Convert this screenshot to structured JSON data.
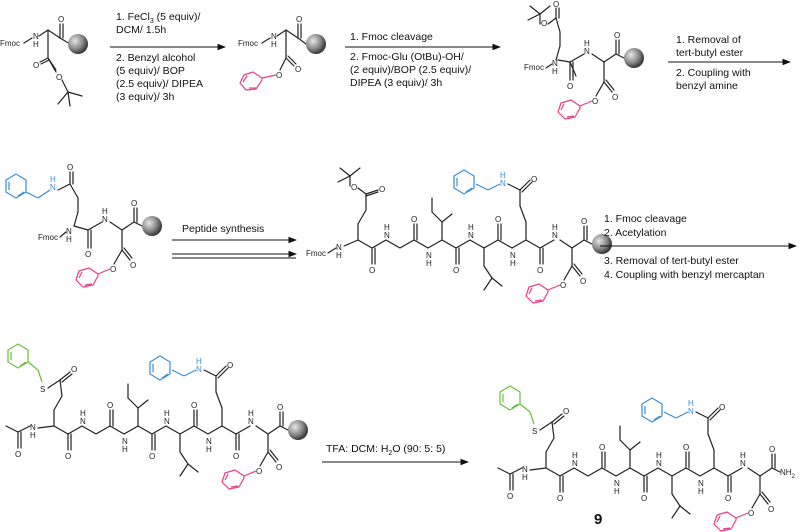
{
  "steps": {
    "step1": {
      "line1": "1. FeCl",
      "line1_sub": "3",
      "line1_end": " (5 equiv)/",
      "line2": "DCM/ 1.5h",
      "line3": "2. Benzyl alcohol",
      "line4": "(5 equiv)/ BOP",
      "line5": "(2.5 equiv)/ DIPEA",
      "line6": "(3 equiv)/ 3h"
    },
    "step2": {
      "line1": "1. Fmoc cleavage",
      "line2": "2. Fmoc-Glu (OtBu)-OH/",
      "line3": "(2 equiv)/BOP (2.5 equiv)/",
      "line4": "DIPEA (3 equiv)/ 3h"
    },
    "step3": {
      "line1": "1. Removal of",
      "line2": "tert-butyl ester",
      "line3": "2. Coupling with",
      "line4": "benzyl amine"
    },
    "step4": {
      "line1": "Peptide synthesis"
    },
    "step5": {
      "line1": "1. Fmoc cleavage",
      "line2": "2. Acetylation",
      "line3": "3. Removal of tert-butyl ester",
      "line4": "4. Coupling with benzyl mercaptan"
    },
    "step6": {
      "part1": "TFA: DCM: H",
      "sub": "2",
      "part2": "O (90: 5: 5)"
    }
  },
  "labels": {
    "fmoc": "Fmoc",
    "nh": "H",
    "n": "N",
    "o": "O",
    "s": "S",
    "nh2": "NH",
    "nh2_sub": "2"
  },
  "compound_number": "9",
  "colors": {
    "benzyl_ester": "#e8408a",
    "benzyl_amide": "#3c8fd0",
    "benzyl_thioester": "#6cbf3a",
    "resin_bead": "#777777"
  }
}
